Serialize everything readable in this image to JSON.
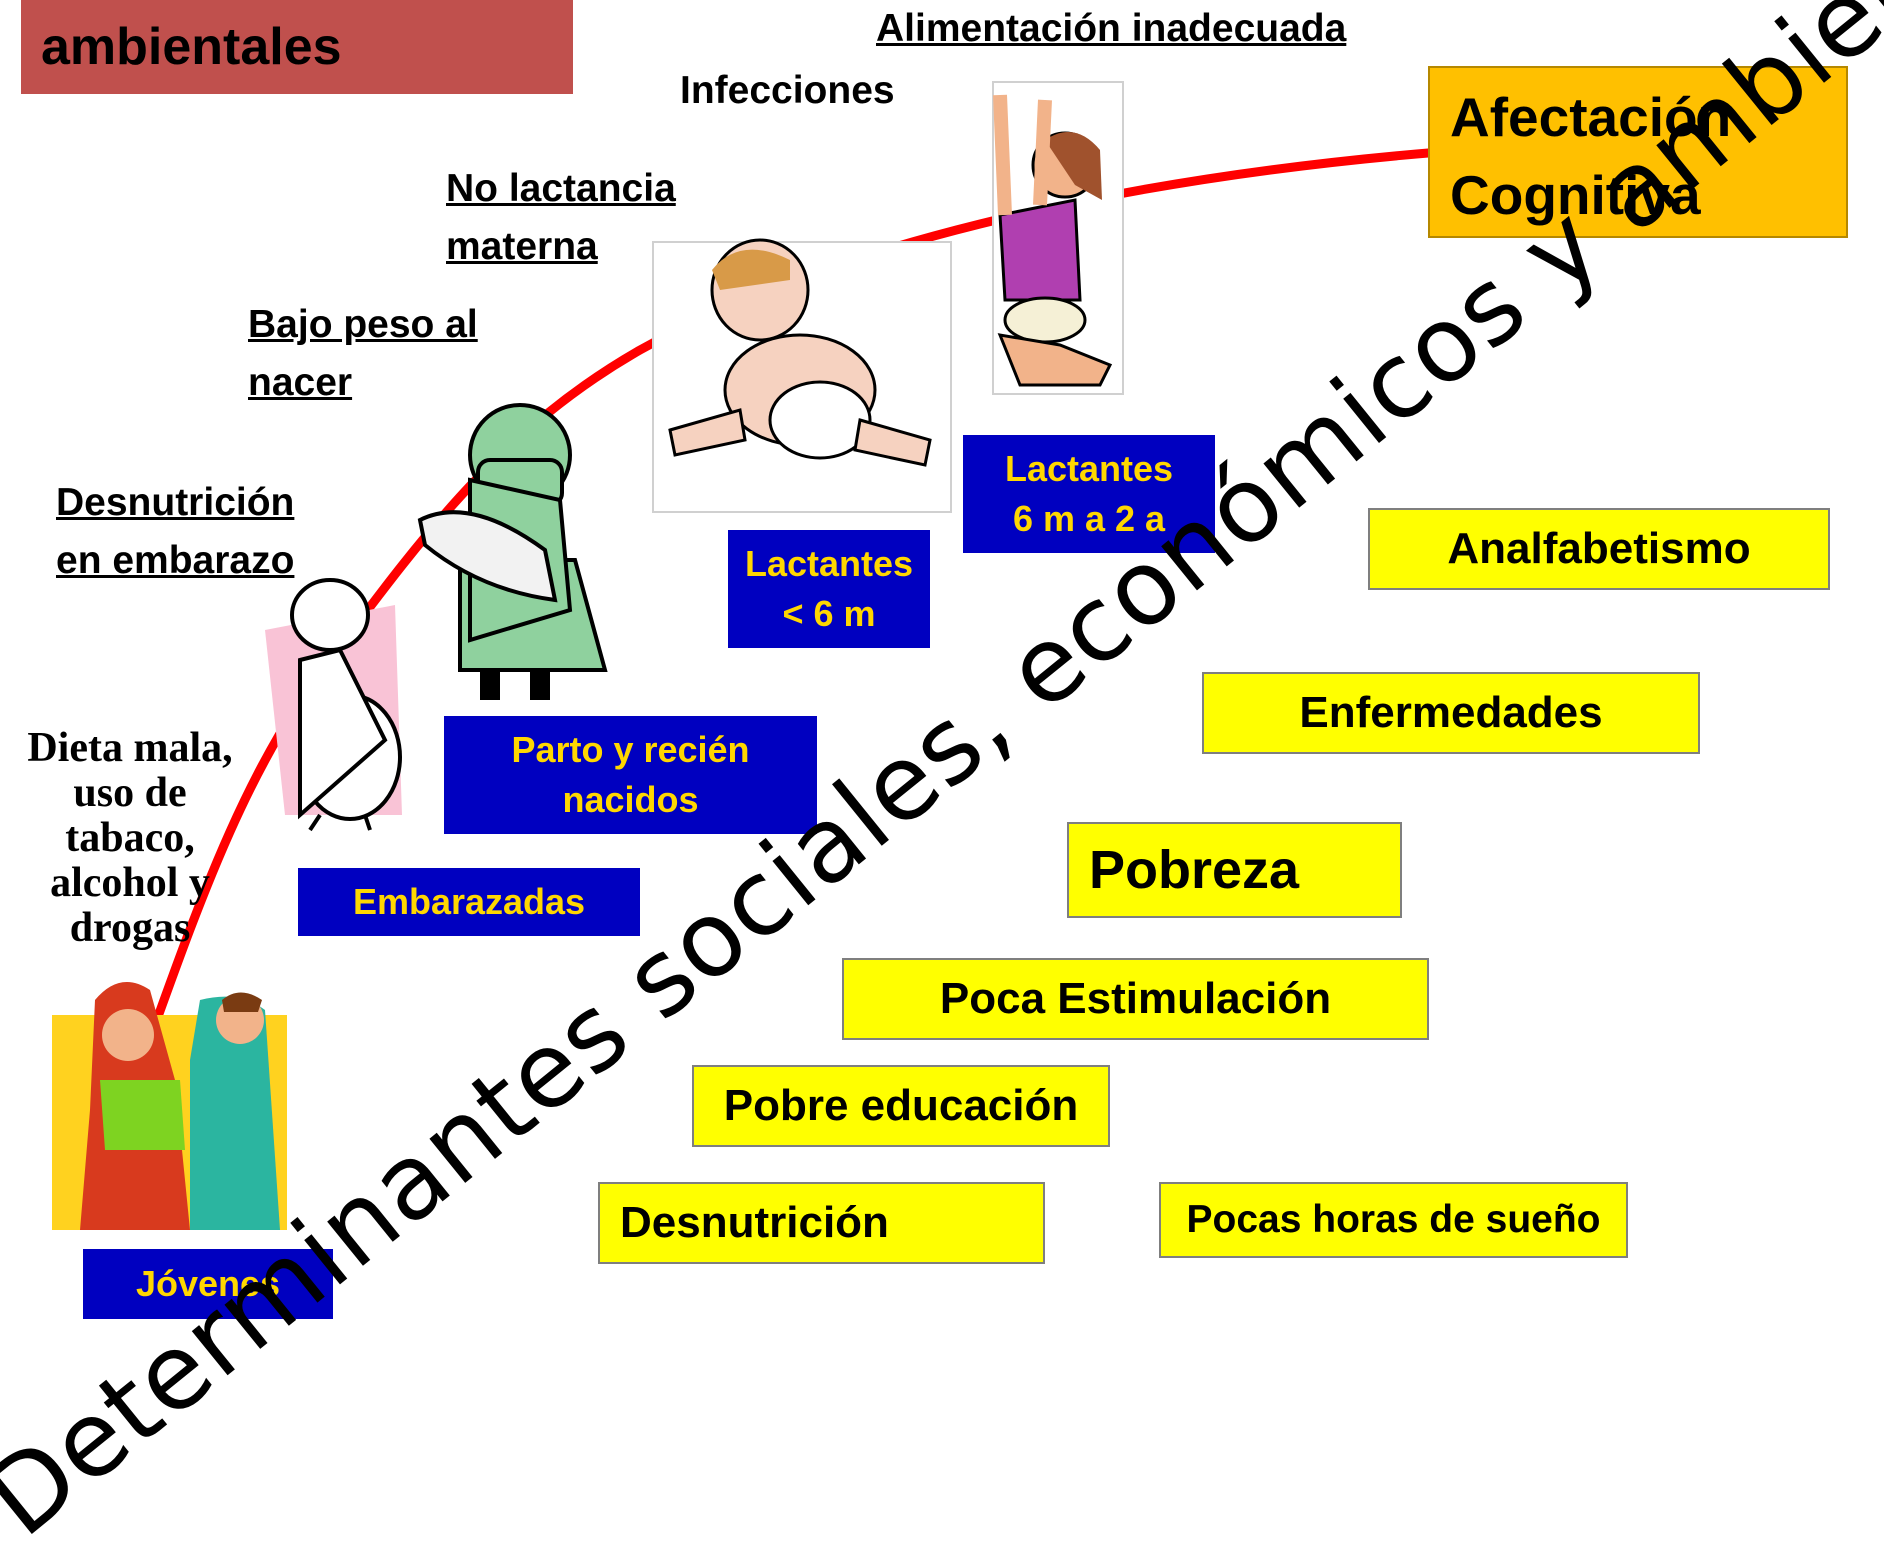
{
  "header": {
    "title": "ambientales"
  },
  "risk_labels": {
    "alimentacion": "Alimentación inadecuada",
    "infecciones": "Infecciones",
    "no_lactancia_1": "No lactancia",
    "no_lactancia_2": "materna",
    "bajo_peso_1": "Bajo peso al",
    "bajo_peso_2": "nacer",
    "desnutricion_emb_1": "Desnutrición",
    "desnutricion_emb_2": "en embarazo",
    "dieta": "Dieta mala,\nuso de\ntabaco,\nalcohol y\ndrogas"
  },
  "stages": {
    "jovenes": "Jóvenes",
    "embarazadas": "Embarazadas",
    "parto": "Parto y recién\nnacidos",
    "lactantes_menor": "Lactantes\n< 6 m",
    "lactantes_mayor": "Lactantes\n6 m a 2 a"
  },
  "outcome": "Afectación\nCognitiva",
  "determinants": {
    "analfabetismo": "Analfabetismo",
    "enfermedades": "Enfermedades",
    "pobreza": "Pobreza",
    "poca_estimulacion": "Poca Estimulación",
    "pobre_educacion": "Pobre educación",
    "desnutricion": "Desnutrición",
    "pocas_horas": "Pocas horas de sueño"
  },
  "diagonal_text": "Determinantes sociales, económicos y ambientales",
  "colors": {
    "title_bg": "#c0504d",
    "stage_bg": "#0000c0",
    "stage_text": "#ffd700",
    "outcome_bg": "#ffc000",
    "determinant_bg": "#ffff00",
    "curve": "#ff0000"
  }
}
